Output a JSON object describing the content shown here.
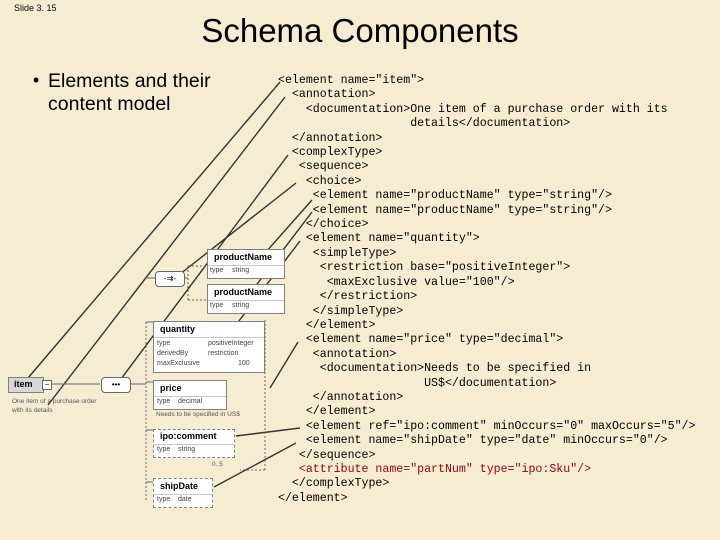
{
  "slide": {
    "number": "Slide 3. 15",
    "title": "Schema Components",
    "bullet": "Elements and their content model"
  },
  "code_lines": [
    "<element name=\"item\">",
    "  <annotation>",
    "    <documentation>One item of a purchase order with its",
    "                   details</documentation>",
    "  </annotation>",
    "  <complexType>",
    "   <sequence>",
    "    <choice>",
    "     <element name=\"productName\" type=\"string\"/>",
    "     <element name=\"productName\" type=\"string\"/>",
    "    </choice>",
    "    <element name=\"quantity\">",
    "     <simpleType>",
    "      <restriction base=\"positiveInteger\">",
    "       <maxExclusive value=\"100\"/>",
    "      </restriction>",
    "     </simpleType>",
    "    </element>",
    "    <element name=\"price\" type=\"decimal\">",
    "     <annotation>",
    "      <documentation>Needs to be specified in",
    "                     US$</documentation>",
    "     </annotation>",
    "    </element>",
    "    <element ref=\"ipo:comment\" minOccurs=\"0\" maxOccurs=\"5\"/>",
    "    <element name=\"shipDate\" type=\"date\" minOccurs=\"0\"/>",
    "   </sequence>",
    "   <attribute name=\"partNum\" type=\"ipo:Sku\"/>",
    "  </complexType>",
    "</element>"
  ],
  "diagram": {
    "item": {
      "name": "item",
      "doc": "One item of a purchase order with its details"
    },
    "product1": {
      "name": "productName",
      "type_label": "type",
      "type_value": "string"
    },
    "product2": {
      "name": "productName",
      "type_label": "type",
      "type_value": "string"
    },
    "quantity": {
      "name": "quantity",
      "rows": [
        {
          "label": "type",
          "value": "positiveInteger"
        },
        {
          "label": "derivedBy",
          "value": "restriction"
        },
        {
          "label": "maxExclusive",
          "value": "100"
        }
      ]
    },
    "price": {
      "name": "price",
      "type_label": "type",
      "type_value": "decimal",
      "doc": "Needs to be specified in US$"
    },
    "comment": {
      "name": "ipo:comment",
      "type_label": "type",
      "type_value": "string",
      "occurs": "0..5"
    },
    "shipdate": {
      "name": "shipDate",
      "type_label": "type",
      "type_value": "date"
    }
  }
}
